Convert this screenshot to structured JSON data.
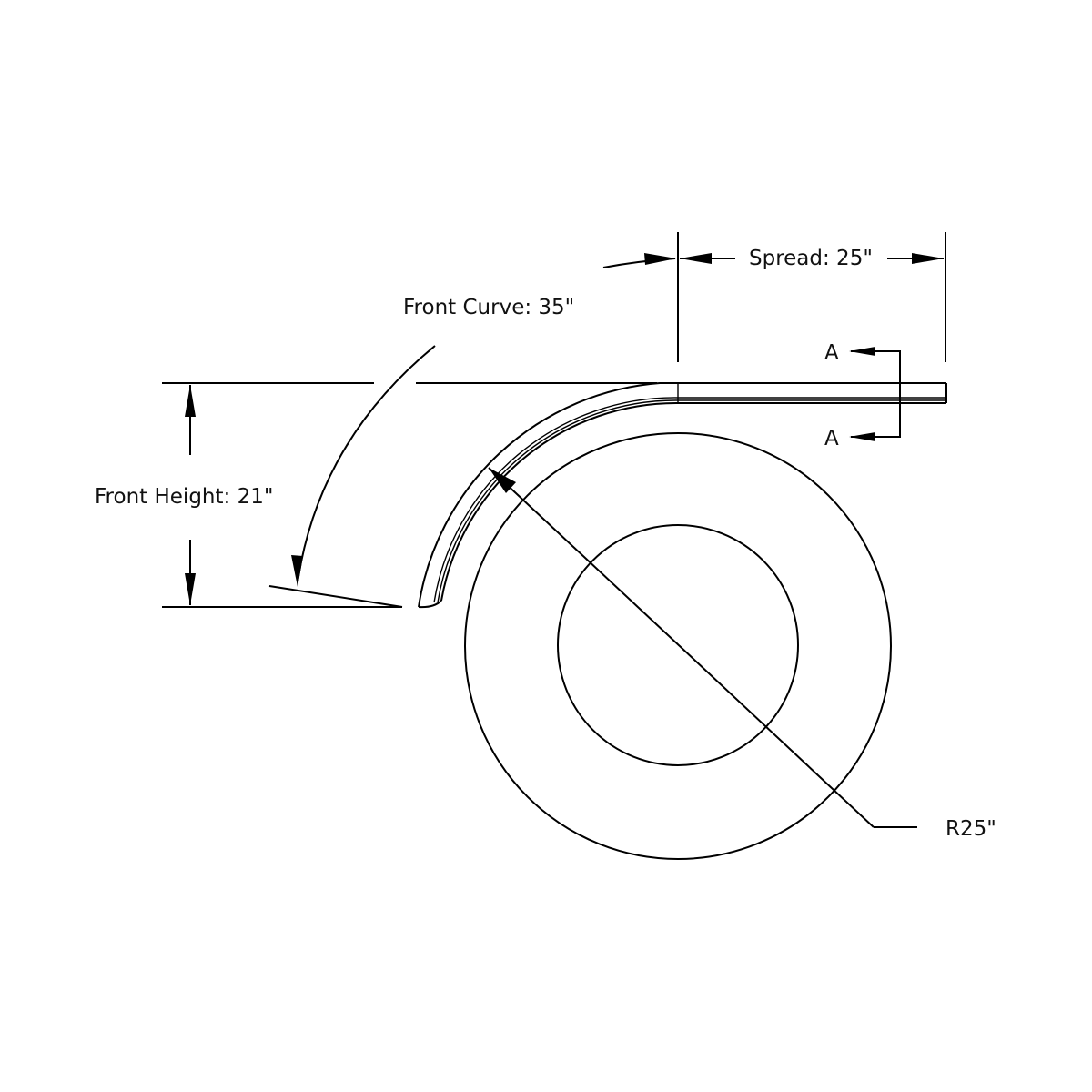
{
  "drawing": {
    "title": "Fender dimension diagram",
    "colors": {
      "line": "#000000",
      "text": "#111111",
      "background": "#ffffff"
    },
    "labels": {
      "spread": "Spread: 25\"",
      "front_curve": "Front Curve: 35\"",
      "front_height": "Front Height: 21\"",
      "radius": "R25\"",
      "section_top": "A",
      "section_bottom": "A"
    },
    "dimensions": {
      "spread_in": 25,
      "front_curve_in": 35,
      "front_height_in": 21,
      "radius_in": 25
    }
  }
}
